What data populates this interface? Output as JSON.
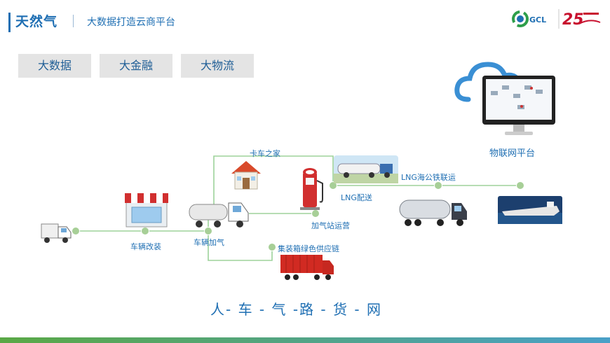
{
  "header": {
    "title": "天然气",
    "subtitle": "大数据打造云商平台"
  },
  "logos": {
    "gcl_text": "GCL",
    "anniv_text": "25"
  },
  "tabs": [
    {
      "label": "大数据"
    },
    {
      "label": "大金融"
    },
    {
      "label": "大物流"
    }
  ],
  "platform": {
    "label": "物联网平台"
  },
  "nodes": {
    "truck_home": "卡车之家",
    "vehicle_mod": "车辆改装",
    "vehicle_fuel": "车辆加气",
    "station_ops": "加气站运营",
    "container": "集装箱绿色供应链",
    "lng_dist": "LNG配送",
    "multimodal": "LNG海公铁联运"
  },
  "slogan": "人- 车 - 气 -路 - 货 - 网",
  "colors": {
    "accent": "#1f6fb3",
    "line": "#9dd29a",
    "dot": "#a7cf97",
    "tab_bg": "#e4e4e4"
  }
}
